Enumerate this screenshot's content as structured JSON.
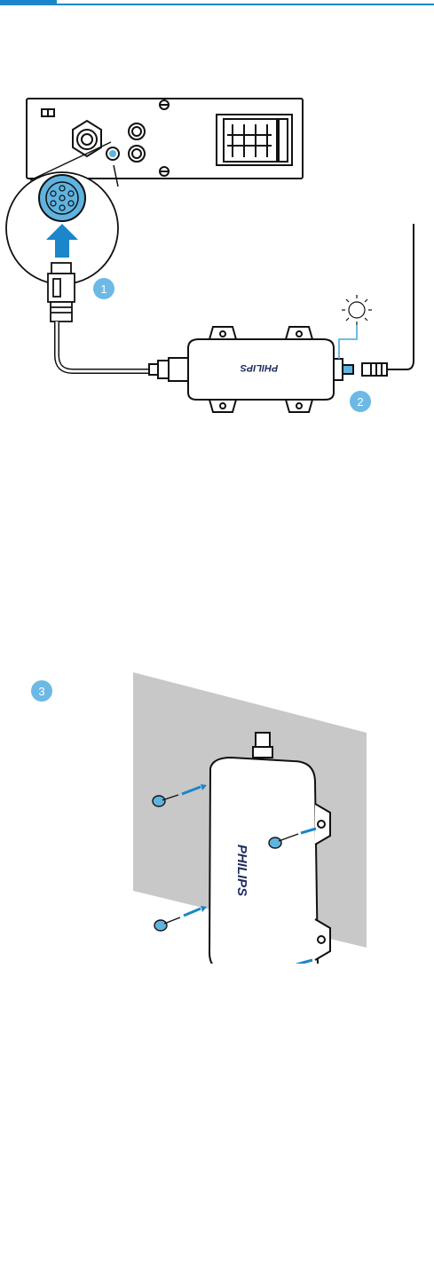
{
  "header": {
    "accent_color": "#1b86c9"
  },
  "figure1": {
    "steps": [
      "1",
      "2"
    ],
    "brand_label": "PHILIPS",
    "icons": [
      "car-radio-unit",
      "connector-closeup",
      "insert-arrow-icon",
      "plug-icon",
      "antenna-box",
      "light-icon",
      "antenna-cable"
    ]
  },
  "figure2": {
    "steps": [
      "3"
    ],
    "brand_label": "PHILIPS",
    "icons": [
      "wall-panel",
      "antenna-box",
      "screw-icon",
      "screwdriver-icon",
      "rotate-arrow-icon"
    ]
  },
  "colors": {
    "step_badge": "#6cb9e6",
    "highlight": "#5fb3df",
    "arrow": "#1b86c9",
    "wall": "#c8c8c8"
  }
}
